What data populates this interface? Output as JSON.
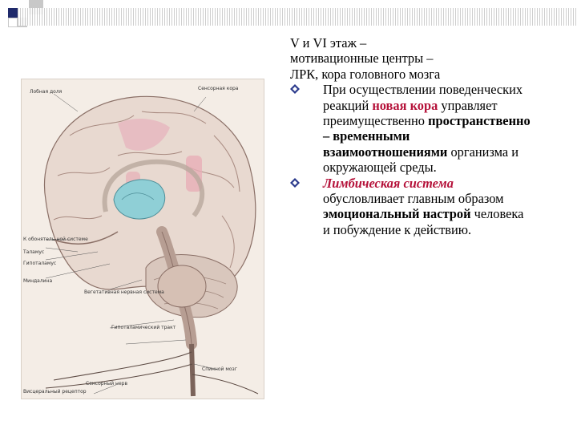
{
  "slide": {
    "heading": [
      "V и VI этаж –",
      "мотивационные центры –",
      "ЛРК, кора головного мозга"
    ],
    "bullet1": {
      "t1": "При осуществлении поведенческих реакций ",
      "t2": "новая кора",
      "t3": " управляет преимущественно ",
      "t4": "пространственно – временными взаимоотношениями",
      "t5": " организма и окружающей среды."
    },
    "bullet2": {
      "t1": "Лимбическая система",
      "t2": " обусловливает главным образом ",
      "t3": "эмоциональный настрой",
      "t4": " человека и побуждение к действию."
    }
  },
  "figure": {
    "labels": {
      "l1": "Лобная доля",
      "l2": "Сенсорная кора",
      "l3": "К обонятель-ной системе",
      "l4": "Таламус",
      "l5": "Гипоталамус",
      "l6": "Миндалина",
      "l7": "Вегетативная нервная система",
      "l8": "Гипоталамический тракт",
      "l9": "Спинной мозг",
      "l10": "Висцеральный рецептор",
      "l11": "Сенсорный нерв"
    }
  },
  "colors": {
    "accent": "#b5123a",
    "bullet": "#2b3a8c",
    "deco_dark": "#1f2a6b"
  }
}
